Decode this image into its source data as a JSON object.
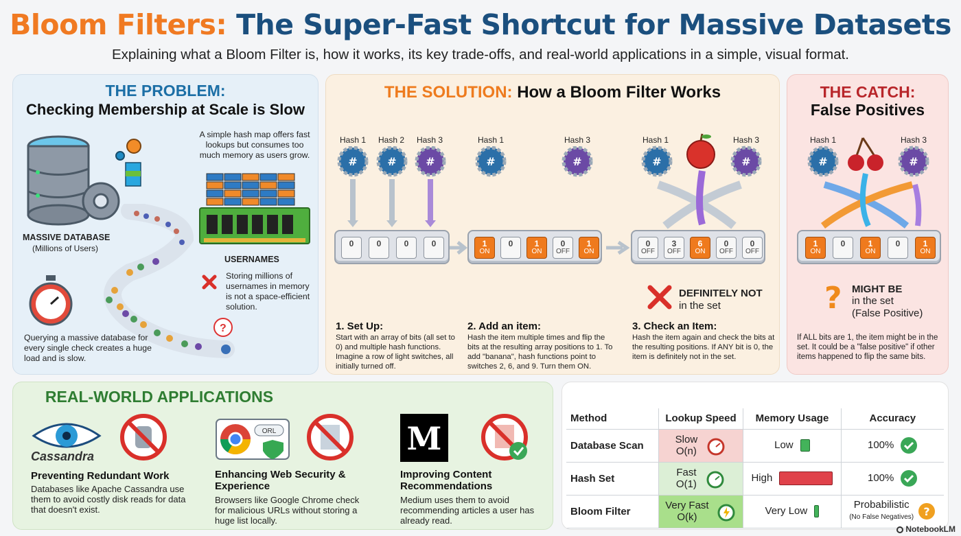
{
  "header": {
    "title_part1": "Bloom Filters:",
    "title_part2": "The Super-Fast Shortcut for Massive Datasets",
    "subtitle": "Explaining what a Bloom Filter is, how it works, its key trade-offs, and real-world applications in a simple, visual format."
  },
  "problem": {
    "heading": "THE PROBLEM:",
    "subheading": "Checking Membership at Scale is Slow",
    "db_label": "MASSIVE DATABASE",
    "db_sublabel": "(Millions of Users)",
    "hashmap_note": "A simple hash map offers fast lookups but consumes too much memory as users grow.",
    "usernames_label": "USERNAMES",
    "memory_note": "Storing millions of usernames in memory is not a space-efficient solution.",
    "query_note": "Querying a massive database for every single check creates a huge load and is slow."
  },
  "solution": {
    "heading_colored": "THE SOLUTION:",
    "heading_rest": "How a Bloom Filter Works",
    "hash1": "Hash 1",
    "hash2": "Hash 2",
    "hash3": "Hash 3",
    "step1_title": "1. Set Up:",
    "step1_text": "Start with an array of bits (all set to 0) and multiple hash functions. Imagine a row of light switches, all initially turned off.",
    "step2_title": "2. Add an item:",
    "step2_text": "Hash the item multiple times and flip the bits at the resulting array positions to 1. To add \"banana\", hash functions point to switches 2, 6, and 9. Turn them ON.",
    "step3_title": "3. Check an Item:",
    "step3_text": "Hash the item again and check the bits at the resulting positions. If ANY bit is 0, the item is definitely not in the set.",
    "definitely_not": "DEFINITELY NOT",
    "in_the_set": "in the set",
    "on": "ON",
    "off": "OFF",
    "bits_setup": [
      "0",
      "0",
      "0",
      "0"
    ],
    "bits_add": [
      "1",
      "0",
      "1",
      "0",
      "1"
    ],
    "bits_check": [
      "0",
      "3",
      "6",
      "0",
      "0"
    ]
  },
  "catch": {
    "heading": "THE CATCH:",
    "subheading": "False Positives",
    "hash1": "Hash 1",
    "hash3": "Hash 3",
    "might_be": "MIGHT BE",
    "in_the_set": "in the set",
    "false_positive": "(False Positive)",
    "note": "If ALL bits are 1, the item might be in the set. It could be a \"false positive\" if other items happened to flip the same bits.",
    "bits": [
      "1",
      "0",
      "1",
      "0",
      "1"
    ]
  },
  "applications": {
    "heading": "REAL-WORLD APPLICATIONS",
    "cassandra_logo_text": "Cassandra",
    "url_badge": "ORL",
    "items": [
      {
        "title": "Preventing Redundant Work",
        "text": "Databases like Apache Cassandra use them to avoid costly disk reads for data that doesn't exist."
      },
      {
        "title": "Enhancing Web Security & Experience",
        "text": "Browsers like Google Chrome check for malicious URLs without storing a huge list locally."
      },
      {
        "title": "Improving Content Recommendations",
        "text": "Medium uses them to avoid recommending articles a user has already read."
      }
    ]
  },
  "comparison": {
    "headers": [
      "Method",
      "Lookup Speed",
      "Memory Usage",
      "Accuracy"
    ],
    "rows": [
      {
        "method": "Database Scan",
        "speed": "Slow",
        "speed_big_o": "O(n)",
        "memory": "Low",
        "accuracy": "100%"
      },
      {
        "method": "Hash Set",
        "speed": "Fast",
        "speed_big_o": "O(1)",
        "memory": "High",
        "accuracy": "100%"
      },
      {
        "method": "Bloom Filter",
        "speed": "Very Fast",
        "speed_big_o": "O(k)",
        "memory": "Very Low",
        "accuracy": "Probabilistic",
        "accuracy_note": "(No False Negatives)"
      }
    ],
    "colors": {
      "slow": "#f6d3d1",
      "fast": "#dcefd6",
      "very_fast": "#a9df8b",
      "check": "#3aa757",
      "warn": "#f0a020"
    }
  },
  "brand": "NotebookLM"
}
